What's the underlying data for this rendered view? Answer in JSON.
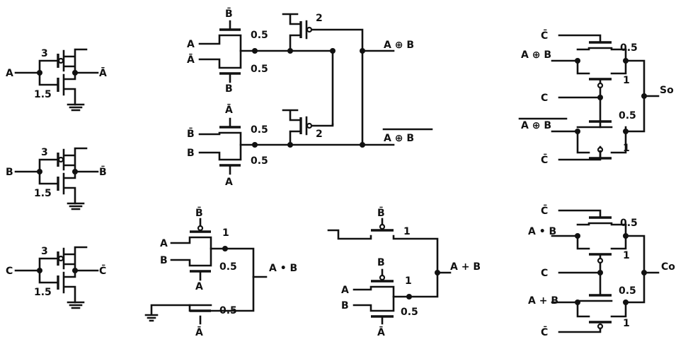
{
  "colors": {
    "ink": "#111111",
    "background": "#ffffff"
  },
  "inverters": [
    {
      "id": "inv-a",
      "input": "A",
      "output": "Ā",
      "p_size": "3",
      "n_size": "1.5"
    },
    {
      "id": "inv-b",
      "input": "B",
      "output": "B̄",
      "p_size": "3",
      "n_size": "1.5"
    },
    {
      "id": "inv-c",
      "input": "C",
      "output": "C̄",
      "p_size": "3",
      "n_size": "1.5"
    }
  ],
  "xor_xnor": {
    "top": {
      "pass_top_gate": "B̄",
      "pass_top_input": "A",
      "pass_bottom_input": "Ā",
      "pass_bottom_gate": "B",
      "size_top": "0.5",
      "size_bottom": "0.5",
      "pmos_size": "2",
      "output": "A ⊕ B"
    },
    "bottom": {
      "pass_top_gate": "Ā",
      "pass_top_input": "B̄",
      "pass_bottom_input": "B",
      "pass_bottom_gate": "A",
      "size_top": "0.5",
      "size_bottom": "0.5",
      "pmos_size": "2",
      "output": "A ⊕ B"
    }
  },
  "and_gate": {
    "p_gate": "B̄",
    "p_size": "1",
    "input_a": "A",
    "input_b": "B",
    "n_gate": "A",
    "n_size": "0.5",
    "ground_gate": "Ā",
    "ground_size": "0.5",
    "output": "A • B"
  },
  "or_gate": {
    "p_gate": "B̄",
    "p_size": "1",
    "inner_gate": "B",
    "inner_size": "1",
    "input_a": "A",
    "input_b": "B",
    "n_size": "0.5",
    "n_gate": "Ā",
    "output": "A + B"
  },
  "sum_mux": {
    "top_gate": "C̄",
    "top_input": "A ⊕ B",
    "size_top": "0.5",
    "size_top_p": "1",
    "mid_gate": "C",
    "bottom_input": "A ⊕ B",
    "size_bottom": "0.5",
    "size_bottom_p": "1",
    "bottom_gate": "C̄",
    "output": "So"
  },
  "carry_mux": {
    "top_gate": "C̄",
    "top_input": "A • B",
    "size_top": "0.5",
    "size_top_p": "1",
    "mid_gate": "C",
    "bottom_input": "A + B",
    "size_bottom": "0.5",
    "size_bottom_p": "1",
    "bottom_gate": "C̄",
    "output": "Co"
  }
}
